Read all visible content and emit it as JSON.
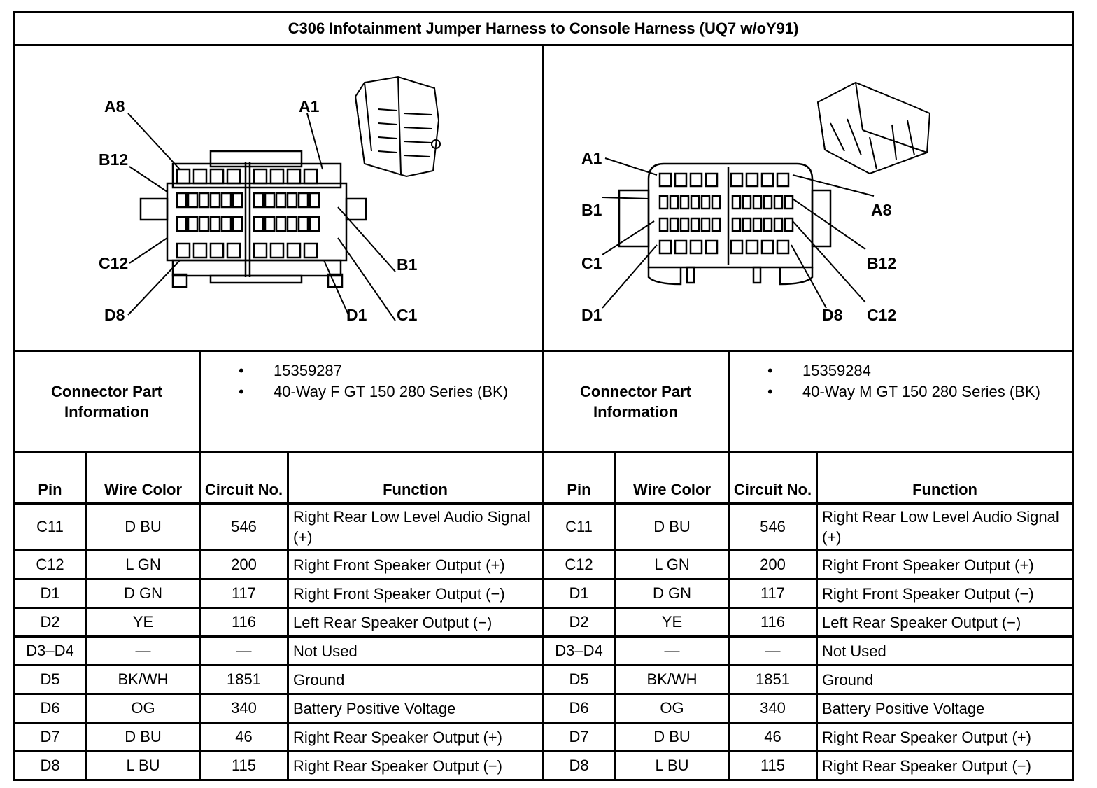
{
  "title": "C306 Infotainment Jumper Harness to Console Harness (UQ7 w/oY91)",
  "left": {
    "pin_labels": [
      "A8",
      "A1",
      "B12",
      "B1",
      "C12",
      "C1",
      "D8",
      "D1"
    ],
    "cpi_label": "Connector Part Information",
    "part_info": [
      "15359287",
      "40-Way F GT 150 280 Series (BK)"
    ]
  },
  "right": {
    "pin_labels": [
      "A1",
      "A8",
      "B1",
      "B12",
      "C1",
      "C12",
      "D1",
      "D8"
    ],
    "cpi_label": "Connector Part Information",
    "part_info": [
      "15359284",
      "40-Way M GT 150 280 Series (BK)"
    ]
  },
  "headers": {
    "pin": "Pin",
    "wire_color": "Wire Color",
    "circuit_no": "Circuit No.",
    "function": "Function"
  },
  "rows": [
    {
      "pin": "C11",
      "wire": "D BU",
      "circuit": "546",
      "function": "Right Rear Low Level Audio Signal (+)"
    },
    {
      "pin": "C12",
      "wire": "L GN",
      "circuit": "200",
      "function": "Right Front Speaker Output (+)"
    },
    {
      "pin": "D1",
      "wire": "D GN",
      "circuit": "117",
      "function": "Right Front Speaker Output (−)"
    },
    {
      "pin": "D2",
      "wire": "YE",
      "circuit": "116",
      "function": "Left Rear Speaker Output (−)"
    },
    {
      "pin": "D3–D4",
      "wire": "—",
      "circuit": "—",
      "function": "Not Used"
    },
    {
      "pin": "D5",
      "wire": "BK/WH",
      "circuit": "1851",
      "function": "Ground"
    },
    {
      "pin": "D6",
      "wire": "OG",
      "circuit": "340",
      "function": "Battery Positive Voltage"
    },
    {
      "pin": "D7",
      "wire": "D BU",
      "circuit": "46",
      "function": "Right Rear Speaker Output (+)"
    },
    {
      "pin": "D8",
      "wire": "L BU",
      "circuit": "115",
      "function": "Right Rear Speaker Output (−)"
    }
  ]
}
